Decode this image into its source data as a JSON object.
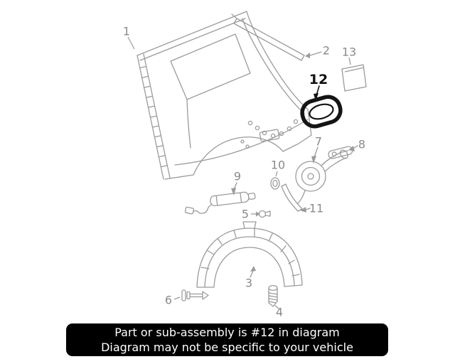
{
  "diagram": {
    "highlighted_part": "12",
    "line_color": "#9b9b9b",
    "highlight_color": "#141414",
    "callouts": [
      {
        "label": "1"
      },
      {
        "label": "2"
      },
      {
        "label": "13"
      },
      {
        "label": "12"
      },
      {
        "label": "7"
      },
      {
        "label": "8"
      },
      {
        "label": "9"
      },
      {
        "label": "10"
      },
      {
        "label": "5"
      },
      {
        "label": "11"
      },
      {
        "label": "3"
      },
      {
        "label": "6"
      },
      {
        "label": "4"
      }
    ]
  },
  "banner": {
    "line1": "Part or sub-assembly is #12 in diagram",
    "line2": "Diagram may not be specific to your vehicle",
    "background": "#000000",
    "text_color": "#ffffff"
  }
}
